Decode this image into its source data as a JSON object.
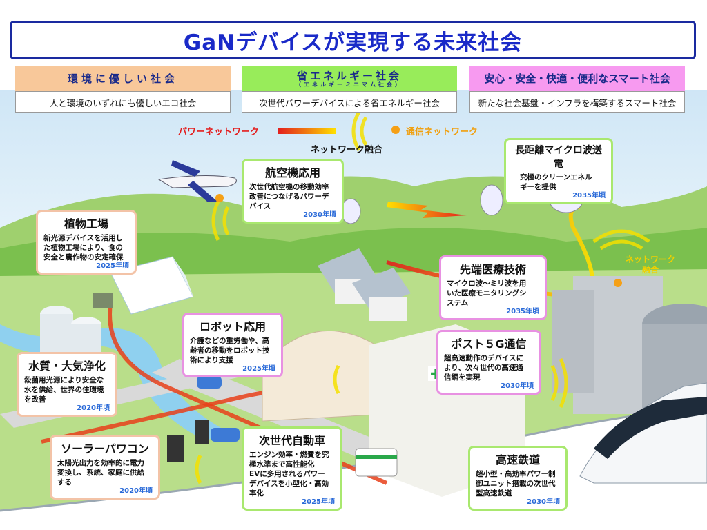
{
  "title": "GaNデバイスが実現する未来社会",
  "categories": [
    {
      "title": "環境に優しい社会",
      "subtitle": "",
      "description": "人と環境のいずれにも優しいエコ社会",
      "color": "#f8c89a"
    },
    {
      "title": "省エネルギー社会",
      "subtitle": "（エネルギーミニマム社会）",
      "description": "次世代パワーデバイスによる省エネルギー社会",
      "color": "#98ec5a"
    },
    {
      "title": "安心・安全・快適・便利なスマート社会",
      "subtitle": "",
      "description": "新たな社会基盤・インフラを構築するスマート社会",
      "color": "#f79af0"
    }
  ],
  "legend": {
    "power_network": "パワーネットワーク",
    "comm_network": "通信ネットワーク",
    "network_fusion": "ネットワーク融合"
  },
  "network_fusion_right": [
    "ネットワーク",
    "融合"
  ],
  "applications": {
    "aircraft": {
      "title": "航空機応用",
      "text": [
        "次世代航空機の移動効率",
        "改善につなげるパワーデ",
        "バイス"
      ],
      "year": "2030年頃"
    },
    "microwave": {
      "title": "長距離マイクロ波送電",
      "text": [
        "究極のクリーンエネル",
        "ギーを提供"
      ],
      "year": "2035年頃"
    },
    "plant": {
      "title": "植物工場",
      "text": [
        "新光源デバイスを活用し",
        "た植物工場により、食の",
        "安全と農作物の安定確保"
      ],
      "year": "2025年頃"
    },
    "medical": {
      "title": "先端医療技術",
      "text": [
        "マイクロ波～ミリ波を用",
        "いた医療モニタリングシ",
        "ステム"
      ],
      "year": "2035年頃"
    },
    "robot": {
      "title": "ロボット応用",
      "text": [
        "介護などの重労働や、高",
        "齢者の移動をロボット技",
        "術により支援"
      ],
      "year": "2025年頃"
    },
    "fiveg": {
      "title": "ポスト５G通信",
      "text": [
        "超高速動作のデバイスに",
        "より、次々世代の高速通",
        "信網を実現"
      ],
      "year": "2030年頃"
    },
    "water": {
      "title": "水質・大気浄化",
      "text": [
        "殺菌用光源により安全な",
        "水を供給、世界の住環境",
        "を改善"
      ],
      "year": "2020年頃"
    },
    "solar": {
      "title": "ソーラーパワコン",
      "text": [
        "太陽光出力を効率的に電力",
        "変換し、系統、家庭に供給",
        "する"
      ],
      "year": "2020年頃"
    },
    "car": {
      "title": "次世代自動車",
      "text": [
        "エンジン効率・燃費を究",
        "極水準まで高性能化",
        "EVに多用されるパワー",
        "デバイスを小型化・高効",
        "率化"
      ],
      "year": "2025年頃"
    },
    "rail": {
      "title": "高速鉄道",
      "text": [
        "超小型・高効率パワー制",
        "御ユニット搭載の次世代",
        "型高速鉄道"
      ],
      "year": "2030年頃"
    }
  }
}
